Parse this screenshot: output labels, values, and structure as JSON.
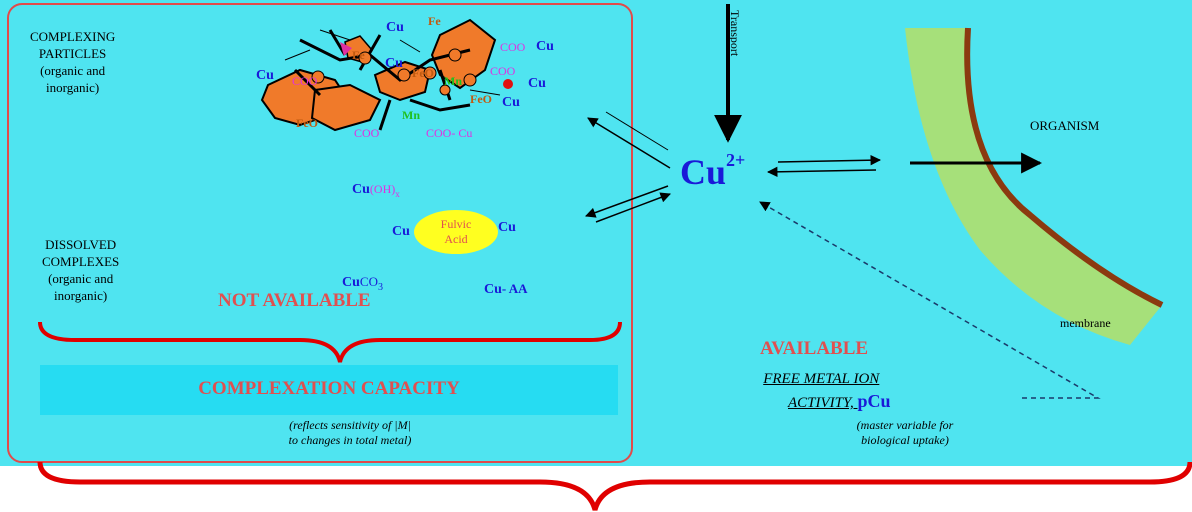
{
  "colors": {
    "background": "#4fe4f0",
    "panel_border": "#e24a4a",
    "brace": "#e00000",
    "capacity_box": "#26dcf2",
    "red_text": "#e05050",
    "cu_blue": "#1a1ad8",
    "fe_orange": "#f07a2a",
    "mn_green": "#20c020",
    "coo_magenta": "#e030e0",
    "membrane_fill": "#a6e07a",
    "membrane_line": "#8b3a10",
    "fulvic_fill": "#ffff20"
  },
  "labels": {
    "complexing_particles": [
      "COMPLEXING",
      "PARTICLES",
      "(organic and",
      "inorganic)"
    ],
    "dissolved_complexes": [
      "DISSOLVED",
      "COMPLEXES",
      "(organic and",
      "inorganic)"
    ],
    "not_available": "NOT  AVAILABLE",
    "complexation_capacity": "COMPLEXATION  CAPACITY",
    "capacity_note": [
      "(reflects sensitivity of  |M|",
      "to changes in total metal)"
    ],
    "transport": "Transport",
    "cu_ion": "Cu",
    "cu_charge": "2+",
    "organism": "ORGANISM",
    "membrane": "membrane",
    "available": "AVAILABLE",
    "free_metal_line1": "FREE METAL ION",
    "free_metal_line2": "ACTIVITY, ",
    "pcu": "pCu",
    "master_note": [
      "(master variable for",
      "biological uptake)"
    ]
  },
  "species": {
    "cu": "Cu",
    "fe": "Fe",
    "feo": "FeO",
    "mn": "Mn",
    "coo": "COO",
    "coo_cu": "COO- Cu",
    "cu_oh_base": "Cu",
    "cu_oh_group": "(OH)",
    "cu_oh_sub": "x",
    "cu_co3_base": "Cu",
    "cu_co3_group": "CO",
    "cu_co3_sub": "3",
    "cu_aa": "Cu",
    "aa": "- AA",
    "fulvic_line1": "Fulvic",
    "fulvic_line2": "Acid"
  }
}
